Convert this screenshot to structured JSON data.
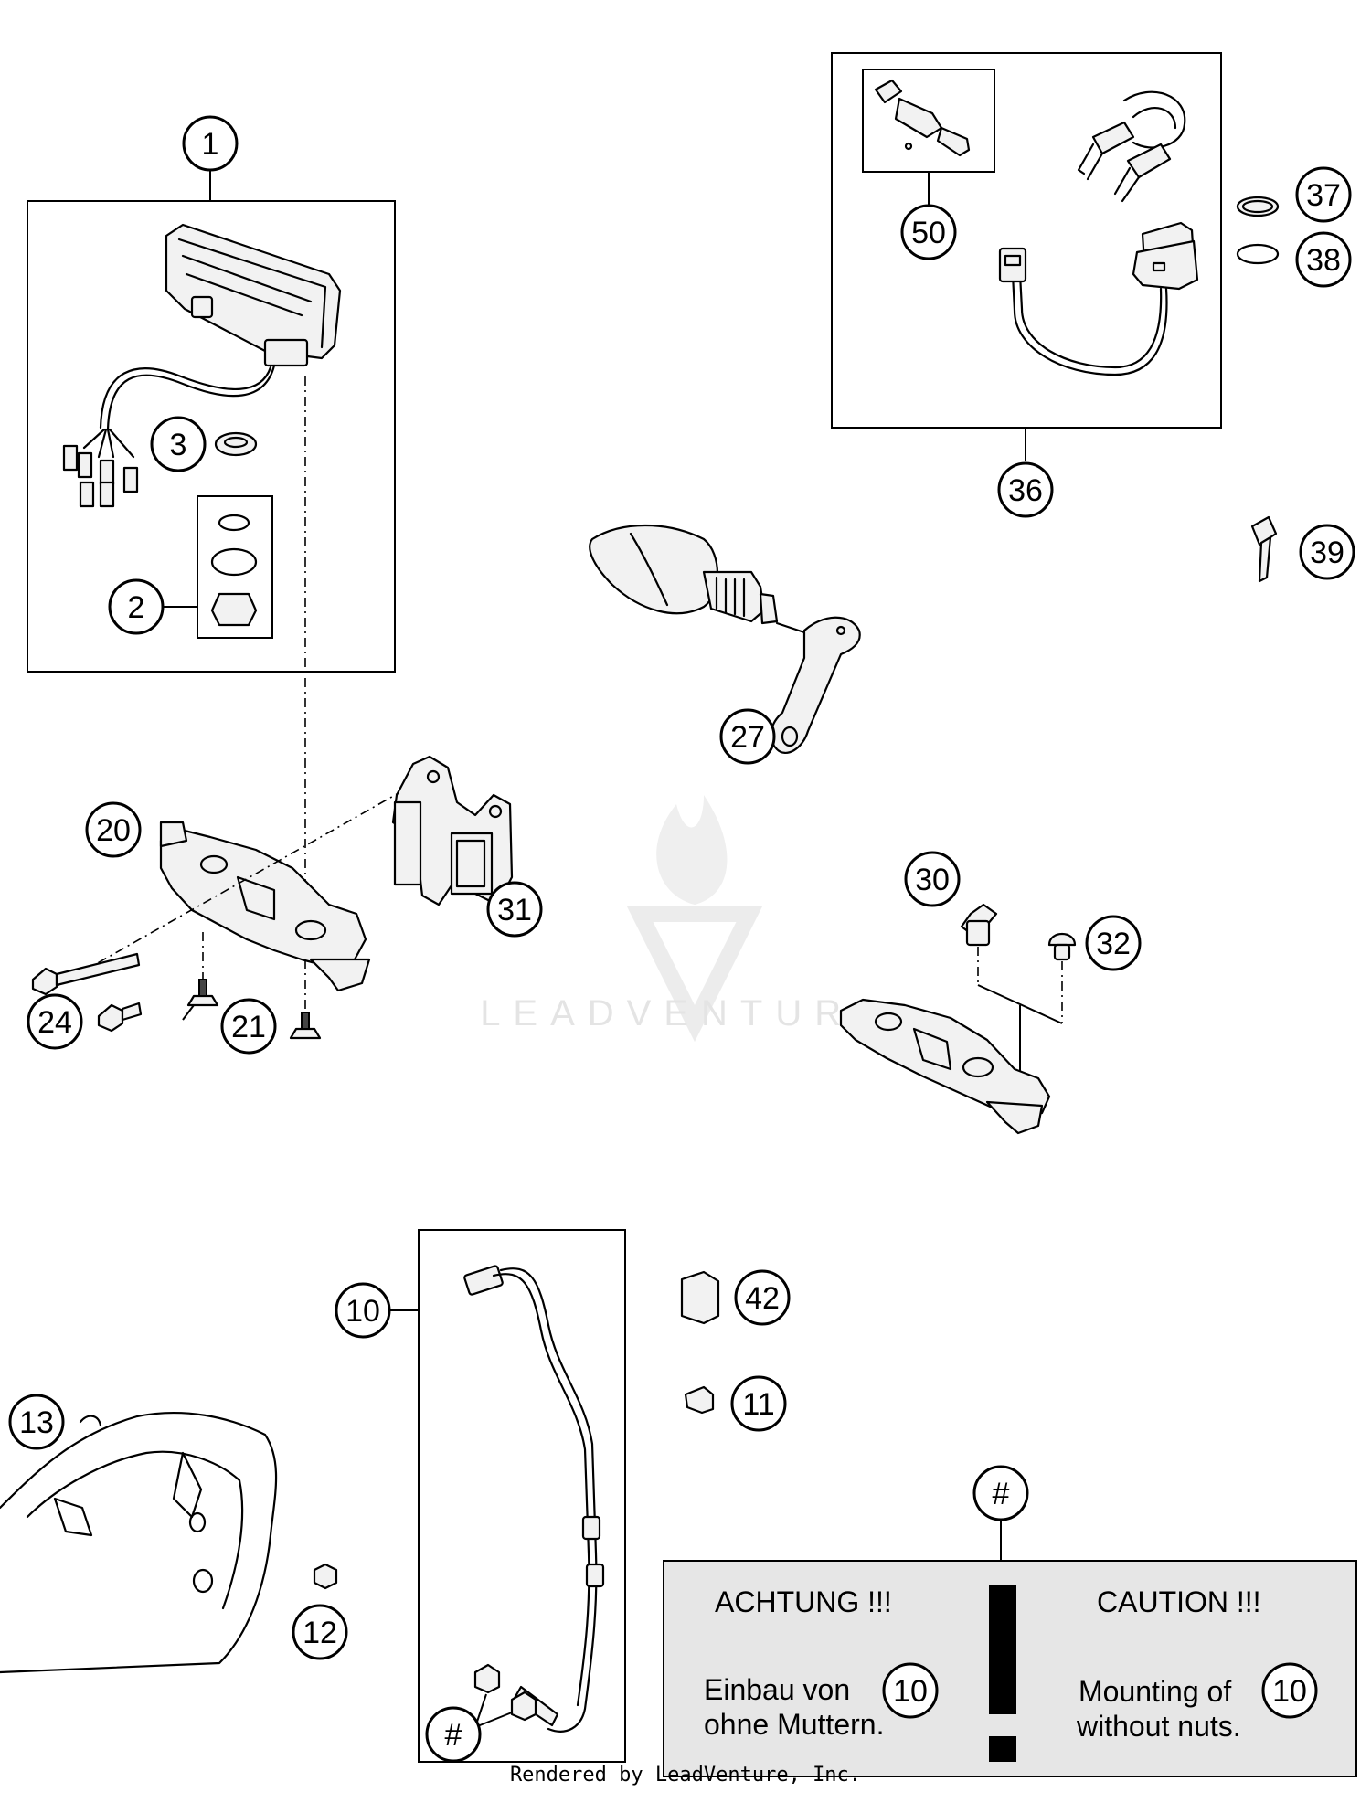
{
  "callouts": [
    "1",
    "2",
    "3",
    "10",
    "11",
    "12",
    "13",
    "20",
    "21",
    "24",
    "27",
    "30",
    "31",
    "32",
    "36",
    "37",
    "38",
    "39",
    "42",
    "50",
    "#"
  ],
  "note": {
    "left_title": "ACHTUNG !!!",
    "left_line1": "Einbau von",
    "left_line2": "ohne Muttern.",
    "right_title": "CAUTION !!!",
    "right_line1": "Mounting of",
    "right_line2": "without nuts.",
    "ref_left": "10",
    "ref_right": "10"
  },
  "watermark": "LEADVENTURE",
  "footer": "Rendered by LeadVenture, Inc."
}
